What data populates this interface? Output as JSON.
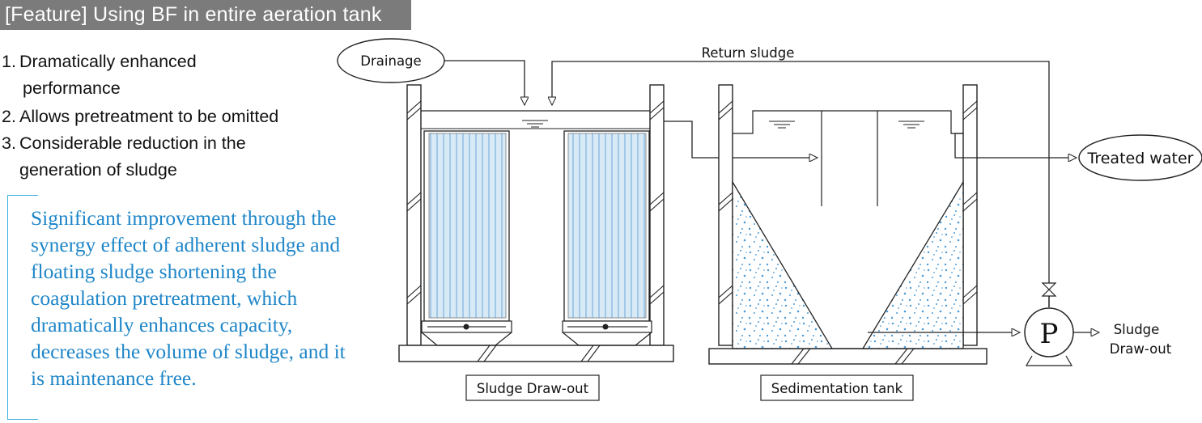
{
  "header": {
    "title": "[Feature] Using BF in entire aeration tank"
  },
  "features": [
    {
      "num": "1.",
      "text_line1": "Dramatically enhanced",
      "text_line2": "performance"
    },
    {
      "num": "2.",
      "text_line1": "Allows pretreatment to be omitted"
    },
    {
      "num": "3.",
      "text_line1": "Considerable reduction in the",
      "text_line2": "generation of sludge"
    }
  ],
  "description": "Significant improvement through the synergy effect of adherent sludge and floating sludge shortening the coagulation pretreatment, which dramatically enhances capacity, decreases the volume of sludge, and it is maintenance free.",
  "diagram": {
    "drainage": "Drainage",
    "return_sludge": "Return sludge",
    "treated_water": "Treated water",
    "pump_letter": "P",
    "sludge_drawout_right_l1": "Sludge",
    "sludge_drawout_right_l2": "Draw-out",
    "caption_left": "Sludge Draw-out",
    "caption_right": "Sedimentation tank"
  },
  "colors": {
    "title_bg": "#7b7b7b",
    "description_text": "#1f86c8",
    "bracket": "#3ab0dc",
    "membrane_fill": "#d6e8f6",
    "membrane_lines": "#6aa6d8",
    "sludge_dots": "#4a9bd8"
  }
}
